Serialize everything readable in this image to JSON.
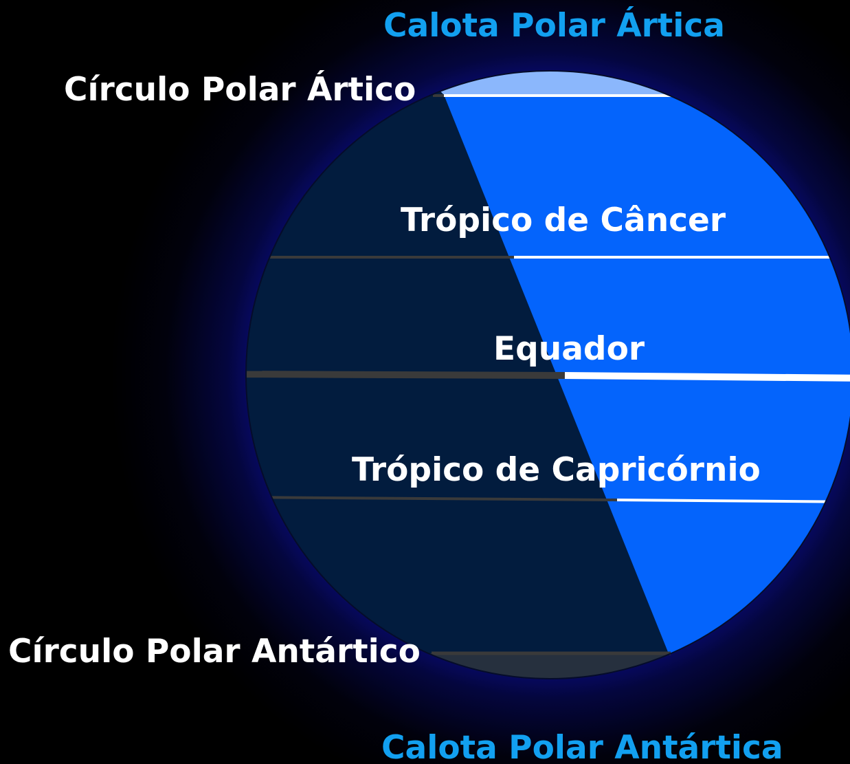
{
  "labels": {
    "arctic_cap": "Calota Polar Ártica",
    "arctic_circle": "Círculo Polar Ártico",
    "tropic_cancer": "Trópico de Câncer",
    "equator": "Equador",
    "tropic_capricorn": "Trópico de Capricórnio",
    "antarctic_circle": "Círculo Polar Antártico",
    "antarctic_cap": "Calota Polar Antártica"
  },
  "colors": {
    "background": "#000000",
    "glow": "#1e1ee0",
    "night_side": "#021c3e",
    "day_side": "#0464fc",
    "arctic_cap": "#8bb7fc",
    "antarctic_cap": "#26303e",
    "day_lines": "#ffffff",
    "night_lines": "#3a3a3a",
    "cap_labels": "#12a0f0",
    "line_labels": "#ffffff"
  }
}
